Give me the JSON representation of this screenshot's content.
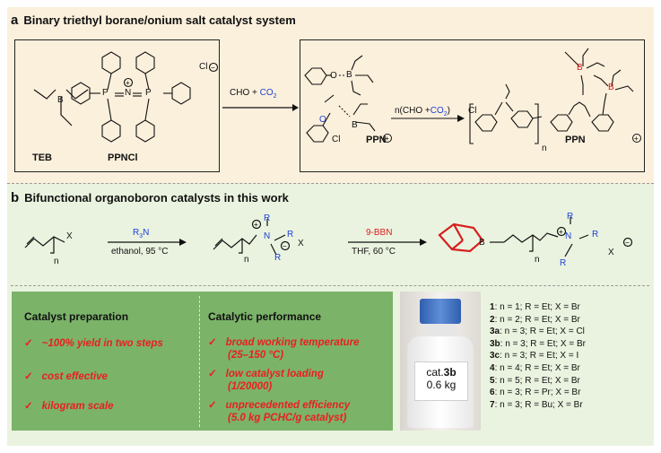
{
  "panel_a": {
    "letter": "a",
    "title": "Binary triethyl borane/onium salt catalyst system",
    "teb_label": "TEB",
    "ppncl_label": "PPNCl",
    "boron": "B",
    "p_atom": "P",
    "n_atom": "N",
    "cl_minus": "Cl",
    "reaction_label_prefix": "CHO + ",
    "co2": "CO",
    "co2_sub": "2",
    "n_step_prefix": "n(CHO +",
    "n_step_suffix": ")",
    "ppn": "PPN",
    "cl": "Cl",
    "o": "O",
    "polymer_n": "n"
  },
  "panel_b": {
    "letter": "b",
    "title": "Bifunctional organoboron catalysts in this work",
    "x": "X",
    "n": "n",
    "step1_reagent": "R",
    "step1_reagent_sub": "3",
    "step1_reagent_tail": "N",
    "step1_conditions": "ethanol, 95 °C",
    "step2_reagent": "9-BBN",
    "step2_conditions": "THF, 60 °C",
    "r": "R",
    "n_atom": "N",
    "b_atom": "B"
  },
  "green_box": {
    "prep_title": "Catalyst preparation",
    "prep_items": [
      "~100% yield in two steps",
      "cost effective",
      "kilogram scale"
    ],
    "perf_title": "Catalytic performance",
    "perf_items": [
      {
        "line1": "broad working temperature",
        "line2": "(25–150 °C)"
      },
      {
        "line1": "low catalyst loading",
        "line2": "(1/20000)"
      },
      {
        "line1": "unprecedented efficiency",
        "line2": "(5.0 kg PCHC/g catalyst)"
      }
    ],
    "check": "✓"
  },
  "bottle": {
    "label_prefix": "cat.",
    "label_bold": "3b",
    "amount": "0.6 kg"
  },
  "catalyst_list": [
    {
      "id": "1",
      "rest": ": n = 1; R = Et; X = Br"
    },
    {
      "id": "2",
      "rest": ": n = 2; R = Et; X = Br"
    },
    {
      "id": "3a",
      "rest": ": n = 3; R = Et; X = Cl"
    },
    {
      "id": "3b",
      "rest": ": n = 3; R = Et; X = Br"
    },
    {
      "id": "3c",
      "rest": ": n = 3; R = Et; X = I"
    },
    {
      "id": "4",
      "rest": ": n = 4; R = Et; X = Br"
    },
    {
      "id": "5",
      "rest": ": n = 5; R = Et; X = Br"
    },
    {
      "id": "6",
      "rest": ": n = 3; R = Pr; X = Br"
    },
    {
      "id": "7",
      "rest": ": n = 3; R = Bu; X = Br"
    }
  ]
}
